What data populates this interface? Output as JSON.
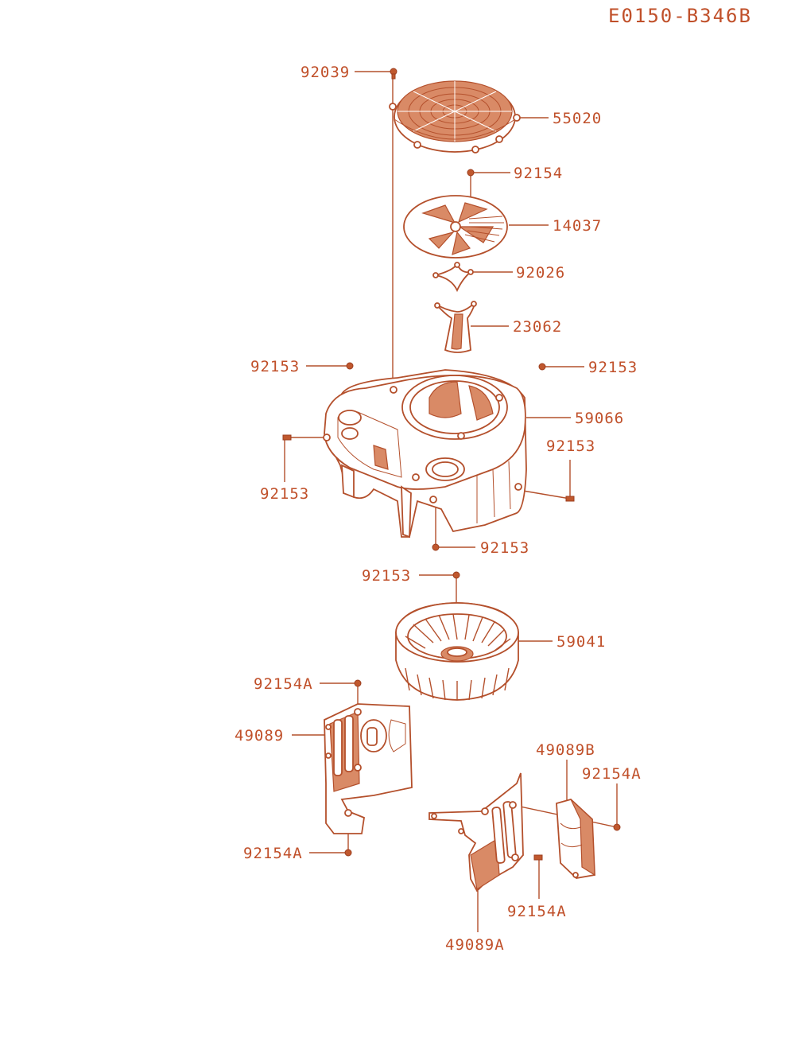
{
  "diagram_code": "E0150-B346B",
  "callouts": [
    {
      "id": "c1",
      "text": "92039"
    },
    {
      "id": "c2",
      "text": "55020"
    },
    {
      "id": "c3",
      "text": "92154"
    },
    {
      "id": "c4",
      "text": "14037"
    },
    {
      "id": "c5",
      "text": "92026"
    },
    {
      "id": "c6",
      "text": "23062"
    },
    {
      "id": "c7",
      "text": "92153"
    },
    {
      "id": "c8",
      "text": "92153"
    },
    {
      "id": "c9",
      "text": "59066"
    },
    {
      "id": "c10",
      "text": "92153"
    },
    {
      "id": "c11",
      "text": "92153"
    },
    {
      "id": "c12",
      "text": "92153"
    },
    {
      "id": "c13",
      "text": "92153"
    },
    {
      "id": "c14",
      "text": "59041"
    },
    {
      "id": "c15",
      "text": "92154A"
    },
    {
      "id": "c16",
      "text": "49089"
    },
    {
      "id": "c17",
      "text": "92154A"
    },
    {
      "id": "c18",
      "text": "49089B"
    },
    {
      "id": "c19",
      "text": "92154A"
    },
    {
      "id": "c20",
      "text": "92154A"
    },
    {
      "id": "c21",
      "text": "49089A"
    }
  ]
}
